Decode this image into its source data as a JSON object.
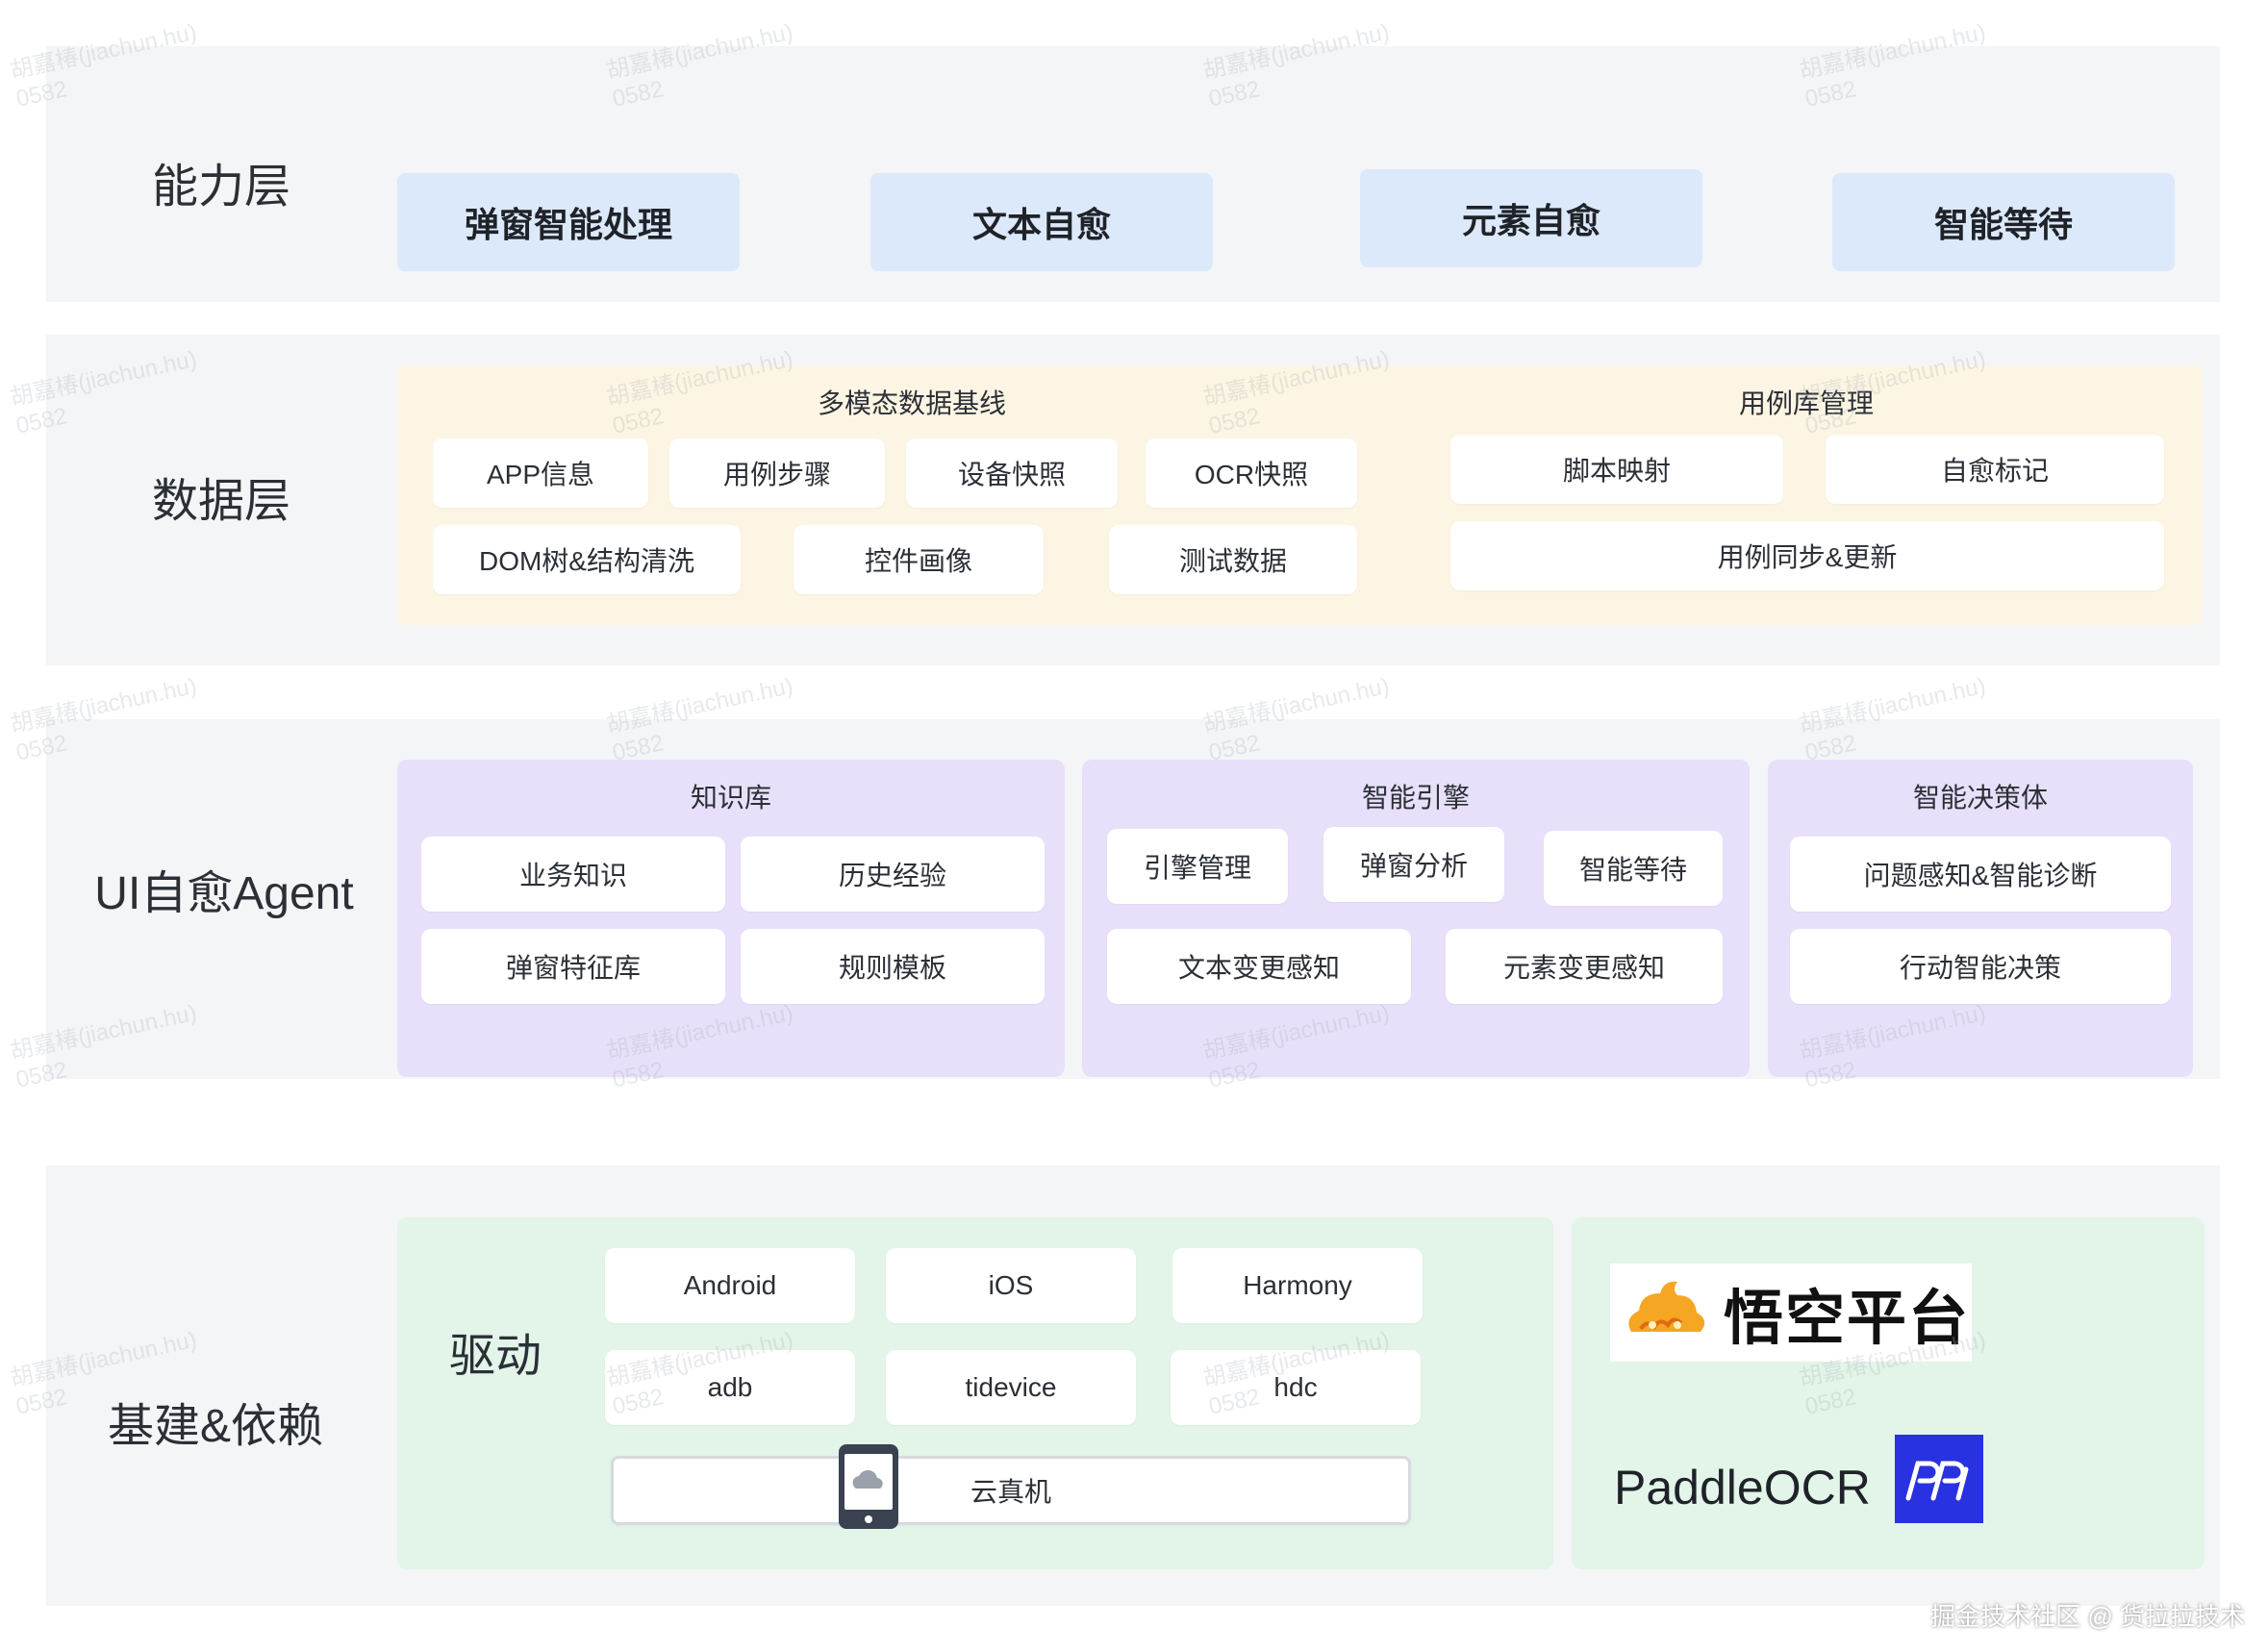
{
  "capability_layer": {
    "title": "能力层",
    "items": [
      "弹窗智能处理",
      "文本自愈",
      "元素自愈",
      "智能等待"
    ]
  },
  "data_layer": {
    "title": "数据层",
    "baseline": {
      "title": "多模态数据基线",
      "row1": [
        "APP信息",
        "用例步骤",
        "设备快照",
        "OCR快照"
      ],
      "row2": [
        "DOM树&结构清洗",
        "控件画像",
        "测试数据"
      ]
    },
    "case_mgmt": {
      "title": "用例库管理",
      "row1": [
        "脚本映射",
        "自愈标记"
      ],
      "row2": [
        "用例同步&更新"
      ]
    }
  },
  "agent_layer": {
    "title": "UI自愈Agent",
    "knowledge": {
      "title": "知识库",
      "items": [
        "业务知识",
        "历史经验",
        "弹窗特征库",
        "规则模板"
      ]
    },
    "engine": {
      "title": "智能引擎",
      "row1": [
        "引擎管理",
        "弹窗分析",
        "智能等待"
      ],
      "row2": [
        "文本变更感知",
        "元素变更感知"
      ]
    },
    "decision": {
      "title": "智能决策体",
      "items": [
        "问题感知&智能诊断",
        "行动智能决策"
      ]
    }
  },
  "infra_layer": {
    "title": "基建&依赖",
    "driver": {
      "title": "驱动",
      "row1": [
        "Android",
        "iOS",
        "Harmony"
      ],
      "row2": [
        "adb",
        "tidevice",
        "hdc"
      ],
      "cloud": "云真机"
    },
    "deps": {
      "wukong_logo": "悟空平台",
      "paddle": "PaddleOCR",
      "paddle_logo_icon": "paddle-logo-icon"
    }
  },
  "watermark": "胡嘉椿(jiachun.hu)\n0582",
  "footer": "掘金技术社区 @ 货拉拉技术",
  "colors": {
    "layer_bg": "#f4f5f7",
    "capability_box": "#dce9fb",
    "data_panel": "#fdf5e3",
    "agent_panel": "#e8e0fb",
    "infra_panel": "#e2f5e8",
    "paddle_blue": "#2932e1",
    "wukong_orange": "#f5a623"
  }
}
